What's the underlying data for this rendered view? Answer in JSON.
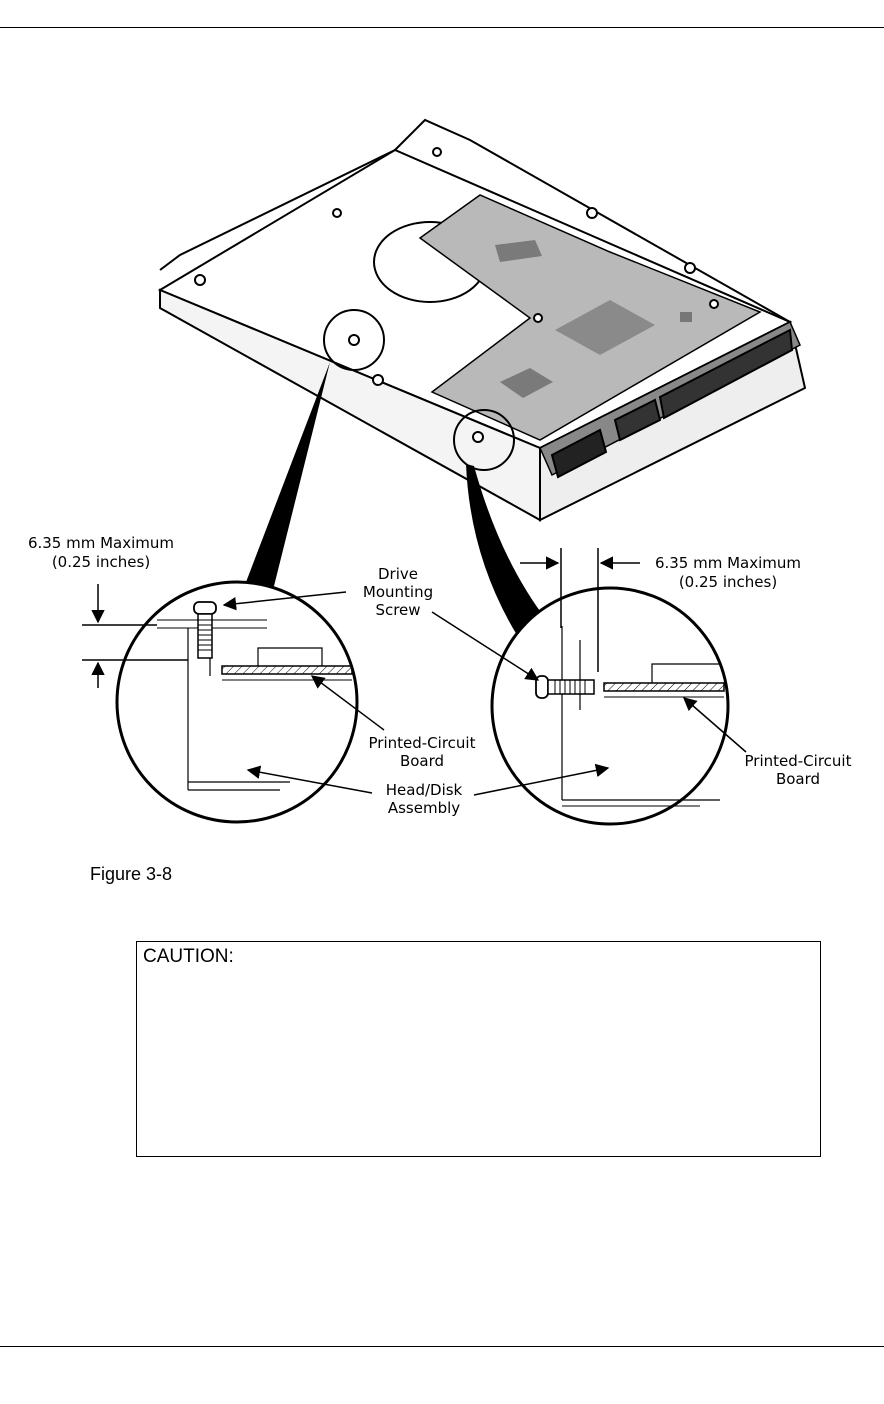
{
  "figure": {
    "caption": "Figure 3-8",
    "left_callout": {
      "measure_line1": "6.35 mm Maximum",
      "measure_line2": "(0.25 inches)",
      "screw_label": [
        "Drive",
        "Mounting",
        "Screw"
      ],
      "pcb_label": [
        "Printed-Circuit",
        "Board"
      ],
      "hda_label": [
        "Head/Disk",
        "Assembly"
      ]
    },
    "right_callout": {
      "measure_line1": "6.35 mm Maximum",
      "measure_line2": "(0.25 inches)",
      "pcb_label": [
        "Printed-Circuit",
        "Board"
      ]
    }
  },
  "caution": {
    "title": "CAUTION:"
  }
}
